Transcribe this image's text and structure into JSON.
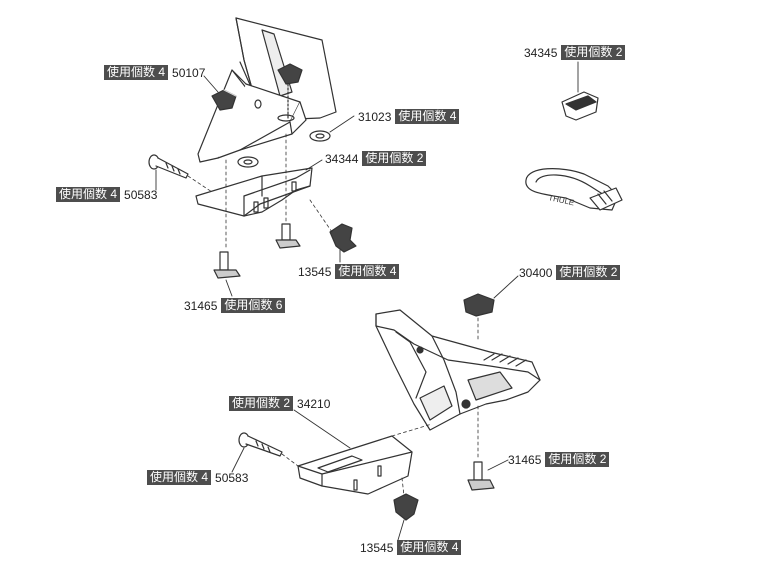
{
  "parts": [
    {
      "id": "p50107",
      "number": "50107",
      "qty_label": "使用個数 4"
    },
    {
      "id": "p31023",
      "number": "31023",
      "qty_label": "使用個数 4"
    },
    {
      "id": "p34344",
      "number": "34344",
      "qty_label": "使用個数 2"
    },
    {
      "id": "p50583a",
      "number": "50583",
      "qty_label": "使用個数 4"
    },
    {
      "id": "p13545a",
      "number": "13545",
      "qty_label": "使用個数 4"
    },
    {
      "id": "p31465a",
      "number": "31465",
      "qty_label": "使用個数 6"
    },
    {
      "id": "p34345",
      "number": "34345",
      "qty_label": "使用個数 2"
    },
    {
      "id": "p30400",
      "number": "30400",
      "qty_label": "使用個数 2"
    },
    {
      "id": "p34210",
      "number": "34210",
      "qty_label": "使用個数 2"
    },
    {
      "id": "p50583b",
      "number": "50583",
      "qty_label": "使用個数 4"
    },
    {
      "id": "p31465b",
      "number": "31465",
      "qty_label": "使用個数 2"
    },
    {
      "id": "p13545b",
      "number": "13545",
      "qty_label": "使用個数 4"
    }
  ],
  "strap_text": "THULE",
  "colors": {
    "tag_bg": "#4d4d4d",
    "tag_text": "#ffffff",
    "line": "#333333",
    "fill": "#ffffff",
    "shade": "#d9d9d9"
  }
}
